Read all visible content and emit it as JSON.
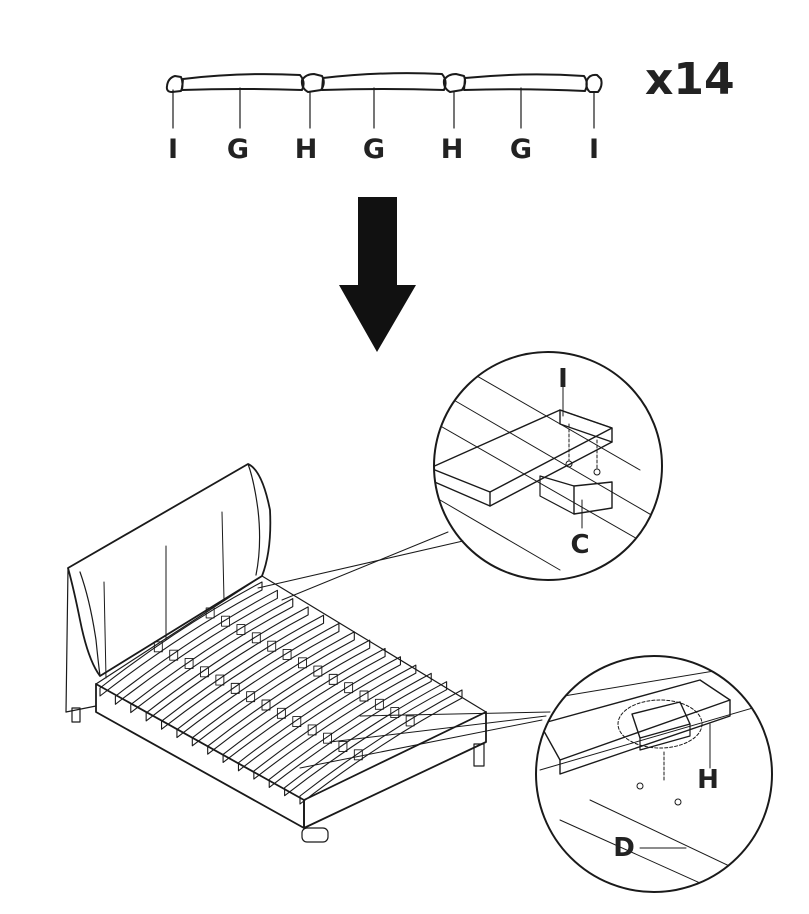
{
  "quantity": "x14",
  "slat_part_labels": [
    "I",
    "G",
    "H",
    "G",
    "H",
    "G",
    "I"
  ],
  "detail_top": {
    "part_upper": "I",
    "part_lower": "C"
  },
  "detail_bottom": {
    "part_connector": "H",
    "part_rail": "D"
  },
  "colors": {
    "ink": "#1a1a1a",
    "paper": "#ffffff"
  },
  "icons": [
    "down-arrow-icon"
  ]
}
